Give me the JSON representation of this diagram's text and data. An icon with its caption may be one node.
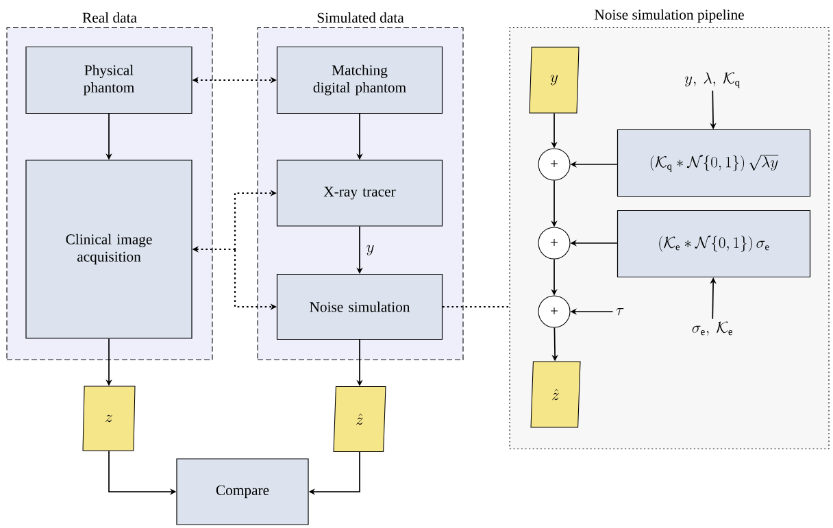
{
  "diagram": {
    "nodes": [
      {
        "text": [
          "Real data"
        ]
      },
      {
        "text": [
          "Simulated data"
        ]
      },
      {
        "text": [
          "Noise simulation pipeline"
        ]
      },
      {
        "text": [
          "Physical phantom"
        ],
        "in": 0
      },
      {
        "text": [
          "Clinical image acquisition"
        ],
        "in": 0
      },
      {
        "text": [
          "Matching digital phantom"
        ],
        "in": 1
      },
      {
        "text": [
          "X-ray tracer"
        ],
        "in": 1
      },
      {
        "text": [
          "Noise simulation"
        ],
        "in": 1
      },
      {
        "text": [
          "z"
        ]
      },
      {
        "text": [
          "\\hat{z}"
        ]
      },
      {
        "text": [
          "Compare"
        ]
      },
      {
        "text": [
          "y"
        ],
        "in": 2
      },
      {
        "text": [
          "+"
        ],
        "in": 2
      },
      {
        "text": [
          "+"
        ],
        "in": 2
      },
      {
        "text": [
          "+"
        ],
        "in": 2
      },
      {
        "text": [
          "\\hat{z}"
        ],
        "in": 2
      },
      {
        "text": [
          "(\\mathcal{K}_\\mathrm{q} * \\mathcal{N}\\{0,1\\})\\,\\sqrt{\\lambda y}"
        ],
        "in": 2
      },
      {
        "text": [
          "(\\mathcal{K}_\\mathrm{e} * \\mathcal{N}\\{0,1\\})\\,\\sigma_\\mathrm{e}"
        ],
        "in": 2
      },
      {
        "text": [
          "y,\\ \\lambda,\\ \\mathcal{K}_\\mathrm{q}"
        ],
        "in": 2
      },
      {
        "text": [
          "\\tau"
        ],
        "in": 2
      },
      {
        "text": [
          "\\sigma_\\mathrm{e},\\ \\mathcal{K}_\\mathrm{e}"
        ],
        "in": 2
      }
    ],
    "edges": [
      {
        "from": 3,
        "to": 5,
        "arrow": "both",
        "style": "dashed"
      },
      {
        "from": 3,
        "to": 4,
        "arrow": "to"
      },
      {
        "from": 5,
        "to": 6,
        "arrow": "to"
      },
      {
        "from": 6,
        "to": 7,
        "arrow": "to",
        "label": "y"
      },
      {
        "from": null,
        "to": 6,
        "arrow": "to",
        "style": "dashed"
      },
      {
        "from": null,
        "to": 4,
        "arrow": "to",
        "style": "dashed"
      },
      {
        "from": null,
        "to": 7,
        "arrow": "to",
        "style": "dashed"
      },
      {
        "from": 7,
        "to": 2,
        "arrow": "none",
        "style": "dashed"
      },
      {
        "from": 4,
        "to": 8,
        "arrow": "to"
      },
      {
        "from": 7,
        "to": 9,
        "arrow": "to"
      },
      {
        "from": 8,
        "to": 10,
        "arrow": "to"
      },
      {
        "from": 9,
        "to": 10,
        "arrow": "to"
      },
      {
        "from": 11,
        "to": 12,
        "arrow": "to"
      },
      {
        "from": 12,
        "to": 13,
        "arrow": "to"
      },
      {
        "from": 13,
        "to": 14,
        "arrow": "to"
      },
      {
        "from": 14,
        "to": 15,
        "arrow": "to"
      },
      {
        "from": 16,
        "to": 12,
        "arrow": "to"
      },
      {
        "from": 17,
        "to": 13,
        "arrow": "to"
      },
      {
        "from": 19,
        "to": 14,
        "arrow": "to"
      },
      {
        "from": 18,
        "to": 16,
        "arrow": "to"
      },
      {
        "from": 20,
        "to": 17,
        "arrow": "to"
      }
    ]
  }
}
